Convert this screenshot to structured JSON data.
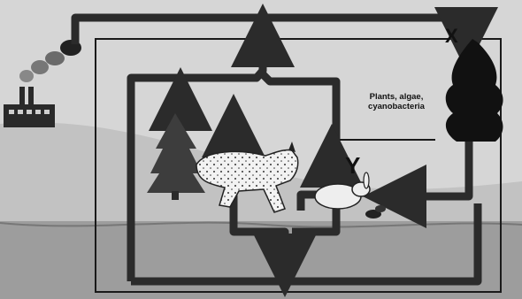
{
  "labels": {
    "x": "X",
    "y": "Y",
    "plants_line1": "Plants, algae,",
    "plants_line2": "cyanobacteria"
  },
  "colors": {
    "arrow": "#2b2b2b",
    "sky": "#d9d9d9",
    "ground": "#9e9e9e",
    "hill": "#c4c4c4",
    "tree": "#3a3a3a",
    "frame": "#1a1a1a"
  },
  "icons": [
    "factory-icon",
    "smoke-icon",
    "tree-icon",
    "lynx-icon",
    "rabbit-icon",
    "waste-icon"
  ]
}
